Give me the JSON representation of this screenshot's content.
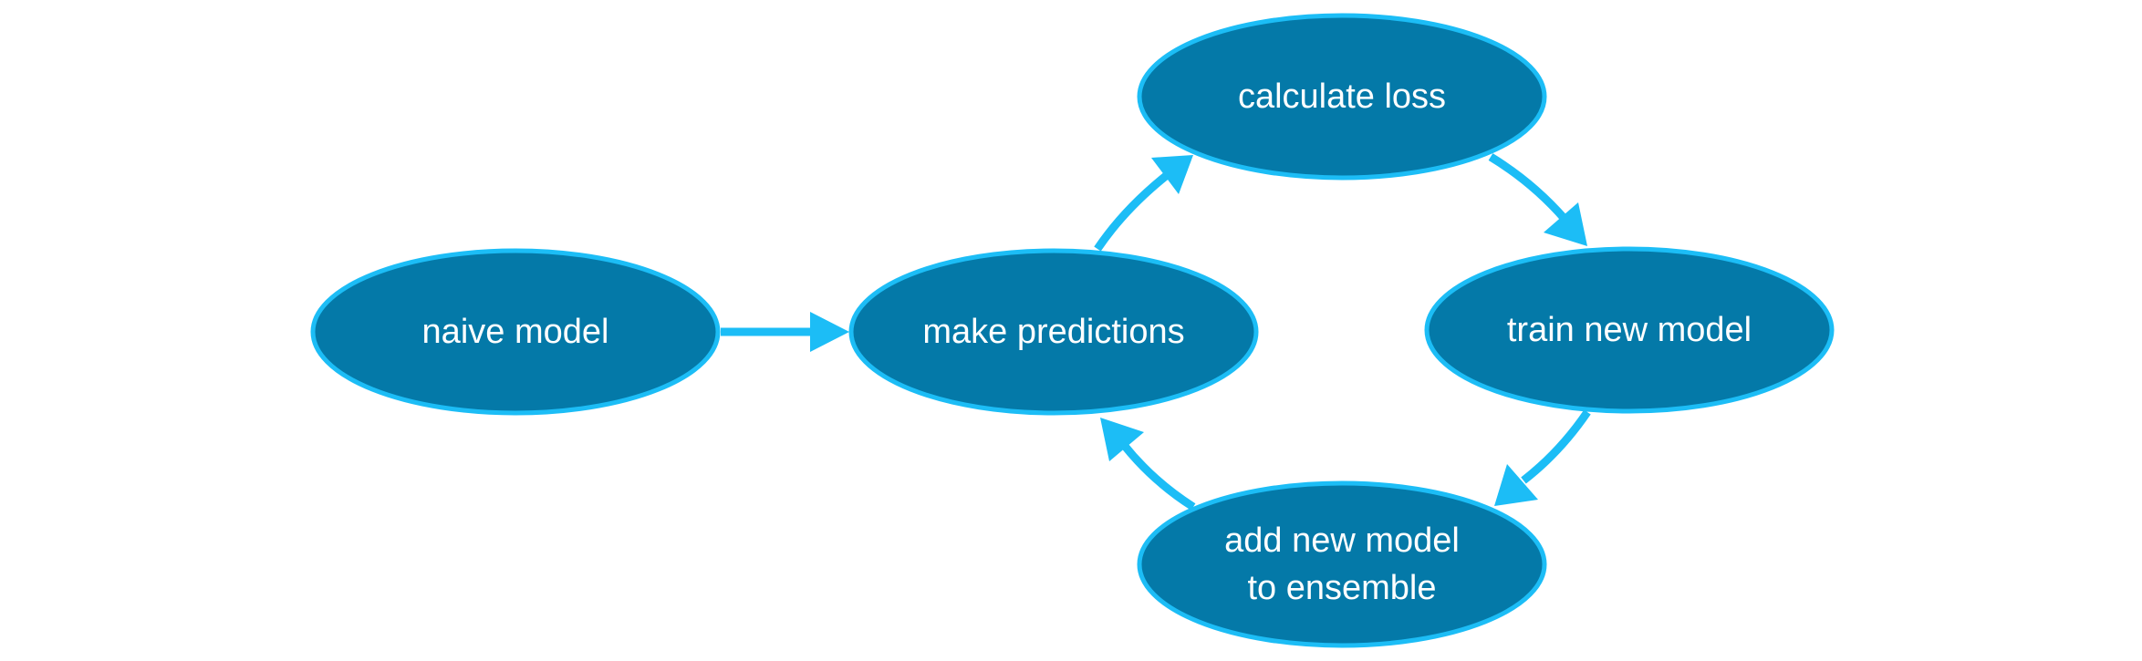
{
  "colors": {
    "node_fill": "#0479A8",
    "node_stroke": "#1CBDF6",
    "arrow": "#1CBDF6",
    "text": "#ffffff",
    "background": "#ffffff"
  },
  "nodes": {
    "naive_model": {
      "label": "naive model"
    },
    "make_predictions": {
      "label": "make predictions"
    },
    "calculate_loss": {
      "label": "calculate loss"
    },
    "train_new_model": {
      "label": "train new model"
    },
    "add_new_model": {
      "line1": "add new model",
      "line2": "to ensemble"
    }
  },
  "edges": [
    {
      "from": "naive model",
      "to": "make predictions"
    },
    {
      "from": "make predictions",
      "to": "calculate loss"
    },
    {
      "from": "calculate loss",
      "to": "train new model"
    },
    {
      "from": "train new model",
      "to": "add new model to ensemble"
    },
    {
      "from": "add new model to ensemble",
      "to": "make predictions"
    }
  ]
}
